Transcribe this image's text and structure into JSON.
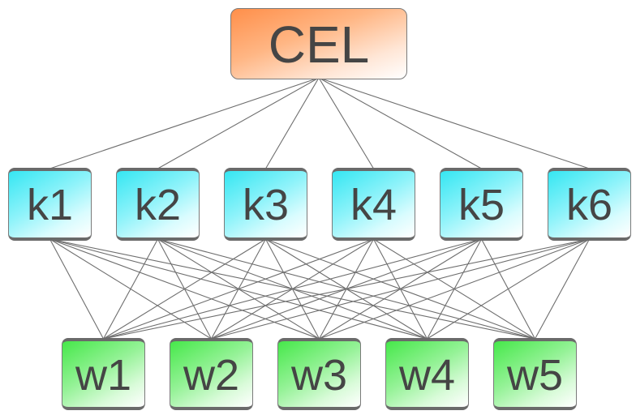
{
  "diagram": {
    "type": "layered-network",
    "root": {
      "id": "CEL",
      "label": "CEL",
      "color": "#ff8f4a"
    },
    "middle_layer": {
      "color": "#35e6f2",
      "nodes": [
        {
          "id": "k1",
          "label": "k1"
        },
        {
          "id": "k2",
          "label": "k2"
        },
        {
          "id": "k3",
          "label": "k3"
        },
        {
          "id": "k4",
          "label": "k4"
        },
        {
          "id": "k5",
          "label": "k5"
        },
        {
          "id": "k6",
          "label": "k6"
        }
      ]
    },
    "bottom_layer": {
      "color": "#46e84a",
      "nodes": [
        {
          "id": "w1",
          "label": "w1"
        },
        {
          "id": "w2",
          "label": "w2"
        },
        {
          "id": "w3",
          "label": "w3"
        },
        {
          "id": "w4",
          "label": "w4"
        },
        {
          "id": "w5",
          "label": "w5"
        }
      ]
    },
    "edges": {
      "root_to_middle": "all",
      "middle_to_bottom": "all"
    },
    "edge_color": "#6e6e6e"
  }
}
